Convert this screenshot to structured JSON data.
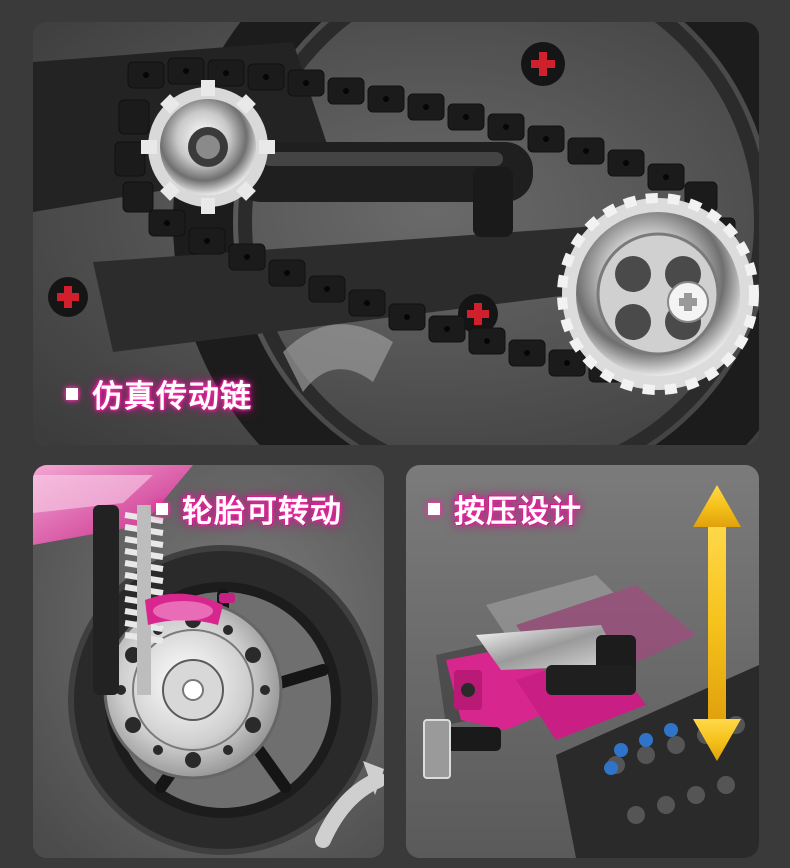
{
  "panels": {
    "chain": {
      "caption": "仿真传动链"
    },
    "tire": {
      "caption": "轮胎可转动"
    },
    "press": {
      "caption": "按压设计"
    }
  },
  "icons": {
    "bullet": "square-bullet-icon",
    "rotate": "curved-arrow-icon",
    "updown": "double-arrow-icon"
  },
  "colors": {
    "caption_glow": "#e0199a",
    "accent_pink": "#d8268f",
    "arrow_yellow": "#f6c21c"
  }
}
